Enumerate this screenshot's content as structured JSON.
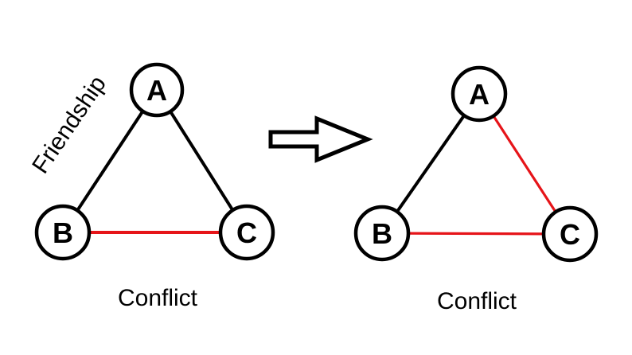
{
  "colors": {
    "background": "#ffffff",
    "node_fill": "#ffffff",
    "node_stroke": "#000000",
    "friendship_edge": "#000000",
    "conflict_edge": "#e61419",
    "text": "#000000",
    "arrow_fill": "#ffffff",
    "arrow_stroke": "#000000"
  },
  "left_graph": {
    "nodes": {
      "a": "A",
      "b": "B",
      "c": "C"
    },
    "friendship_label": "Friendship",
    "conflict_label": "Conflict",
    "edges": [
      {
        "from": "A",
        "to": "B",
        "relation": "friendship"
      },
      {
        "from": "A",
        "to": "C",
        "relation": "friendship"
      },
      {
        "from": "B",
        "to": "C",
        "relation": "conflict"
      }
    ]
  },
  "right_graph": {
    "nodes": {
      "a": "A",
      "b": "B",
      "c": "C"
    },
    "conflict_label": "Conflict",
    "edges": [
      {
        "from": "A",
        "to": "B",
        "relation": "friendship"
      },
      {
        "from": "A",
        "to": "C",
        "relation": "conflict"
      },
      {
        "from": "B",
        "to": "C",
        "relation": "conflict"
      }
    ]
  }
}
